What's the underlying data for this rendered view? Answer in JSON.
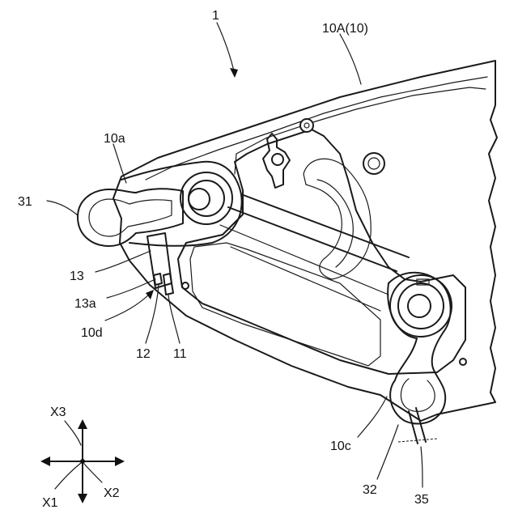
{
  "figure": {
    "ref_main": "1",
    "labels": {
      "housing": "10A(10)",
      "p10a": "10a",
      "p31": "31",
      "p13": "13",
      "p13a": "13a",
      "p10d": "10d",
      "p12": "12",
      "p11": "11",
      "p10c": "10c",
      "p32": "32",
      "p35": "35"
    },
    "axes": {
      "x1": "X1",
      "x2": "X2",
      "x3": "X3"
    }
  }
}
